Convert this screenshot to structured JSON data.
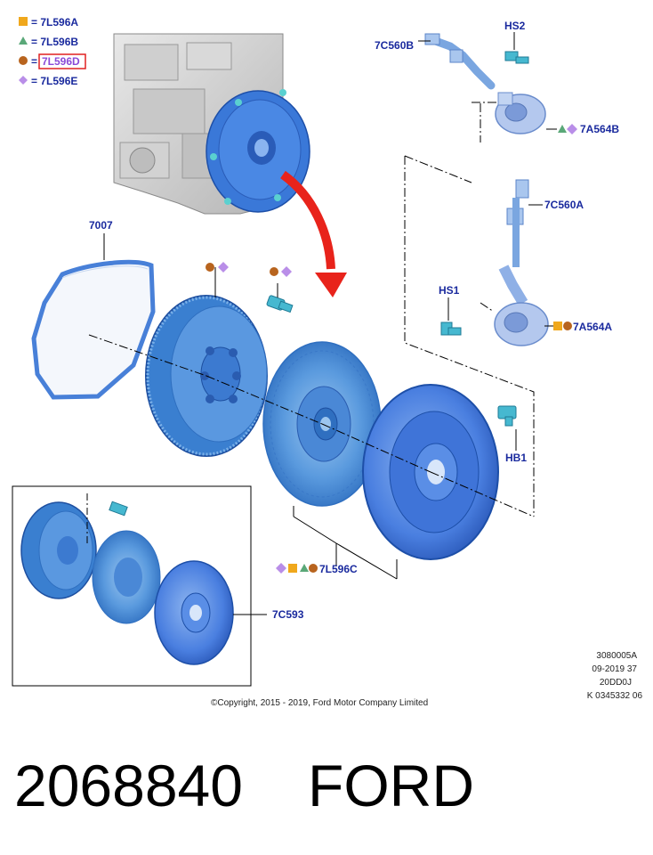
{
  "legend": [
    {
      "symbol": "square",
      "color": "#f0a81c",
      "text": "7L596A",
      "highlighted": false
    },
    {
      "symbol": "triangle",
      "color": "#5aa878",
      "text": "7L596B",
      "highlighted": false
    },
    {
      "symbol": "circle",
      "color": "#b8641e",
      "text": "7L596D",
      "highlighted": true
    },
    {
      "symbol": "diamond",
      "color": "#b98ee8",
      "text": "7L596E",
      "highlighted": false
    }
  ],
  "legend_separator": "=",
  "callouts": {
    "c7007": "7007",
    "c7C560B": "7C560B",
    "cHS2": "HS2",
    "c7A564B": "7A564B",
    "c7C560A": "7C560A",
    "cHS1": "HS1",
    "c7A564A": "7A564A",
    "cHB1": "HB1",
    "c7L596C": "7L596C",
    "c7C593": "7C593"
  },
  "doc_codes": [
    "3080005A",
    "09-2019 37",
    "20DD0J",
    "K 0345332 06"
  ],
  "copyright": "©Copyright, 2015 - 2019, Ford Motor Company Limited",
  "part_number": "2068840",
  "brand": "FORD",
  "colors": {
    "label_blue": "#1a2a9e",
    "part_blue": "#4f8fd6",
    "part_dark": "#2f6fc0",
    "fastener_cyan": "#46b8d0",
    "arrow_red": "#e8231b",
    "highlight_box": "#e02020"
  }
}
